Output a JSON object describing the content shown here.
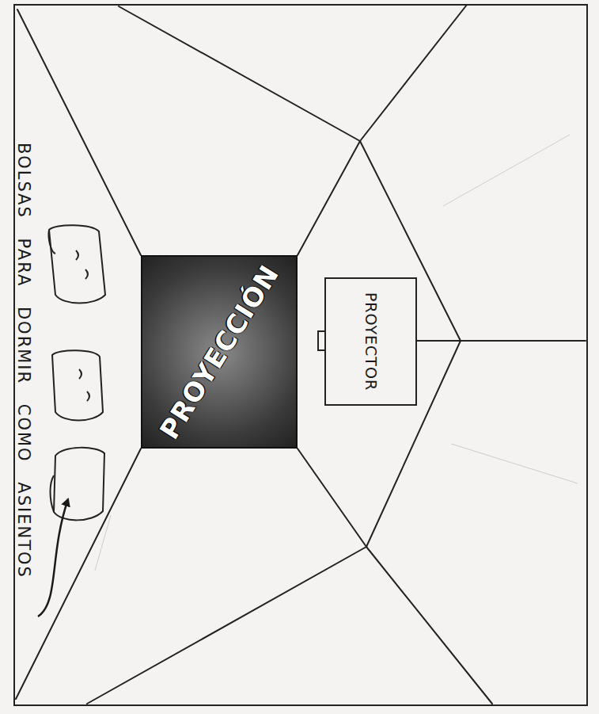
{
  "diagram": {
    "nodes": [
      {
        "text": [
          "PROYECCIÓN"
        ]
      },
      {
        "text": [
          "PROYECTOR"
        ]
      }
    ],
    "labels": [
      "BOLSAS PARA DORMIR COMO ASIENTOS"
    ]
  }
}
